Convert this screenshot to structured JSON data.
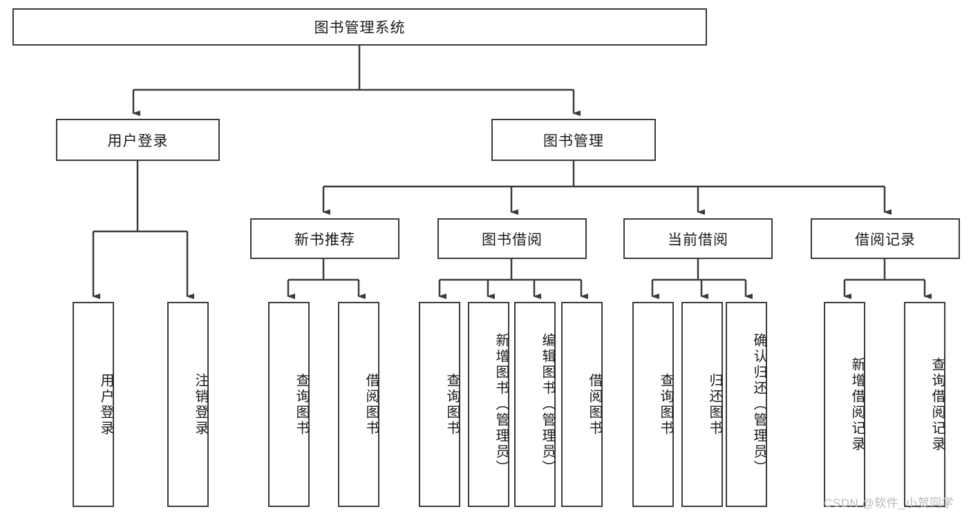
{
  "diagram": {
    "title": "图书管理系统",
    "type": "tree-hierarchy-chart",
    "orientation": "top-down",
    "colors": {
      "box_border": "#3a3a3a",
      "box_fill": "#ffffff",
      "edge": "#3a3a3a",
      "text": "#1a1a1a",
      "watermark": "#b9b9b9",
      "background": "#ffffff"
    }
  },
  "root": {
    "label": "图书管理系统"
  },
  "level2": [
    {
      "label": "用户登录"
    },
    {
      "label": "图书管理"
    }
  ],
  "level3": [
    {
      "label": "新书推荐"
    },
    {
      "label": "图书借阅"
    },
    {
      "label": "当前借阅"
    },
    {
      "label": "借阅记录"
    }
  ],
  "leaves": {
    "user_login": [
      {
        "label": "用户登录"
      },
      {
        "label": "注销登录"
      }
    ],
    "new_book_recommend": [
      {
        "label": "查询图书"
      },
      {
        "label": "借阅图书"
      }
    ],
    "book_borrow": [
      {
        "label": "查询图书"
      },
      {
        "label": "新增图书（管理员）"
      },
      {
        "label": "编辑图书（管理员）"
      },
      {
        "label": "借阅图书"
      }
    ],
    "current_borrow": [
      {
        "label": "查询图书"
      },
      {
        "label": "归还图书"
      },
      {
        "label": "确认归还（管理员）"
      }
    ],
    "borrow_record": [
      {
        "label": "新增借阅记录"
      },
      {
        "label": "查询借阅记录"
      }
    ]
  },
  "watermark": {
    "text": "CSDN @软件_小贺同学"
  }
}
